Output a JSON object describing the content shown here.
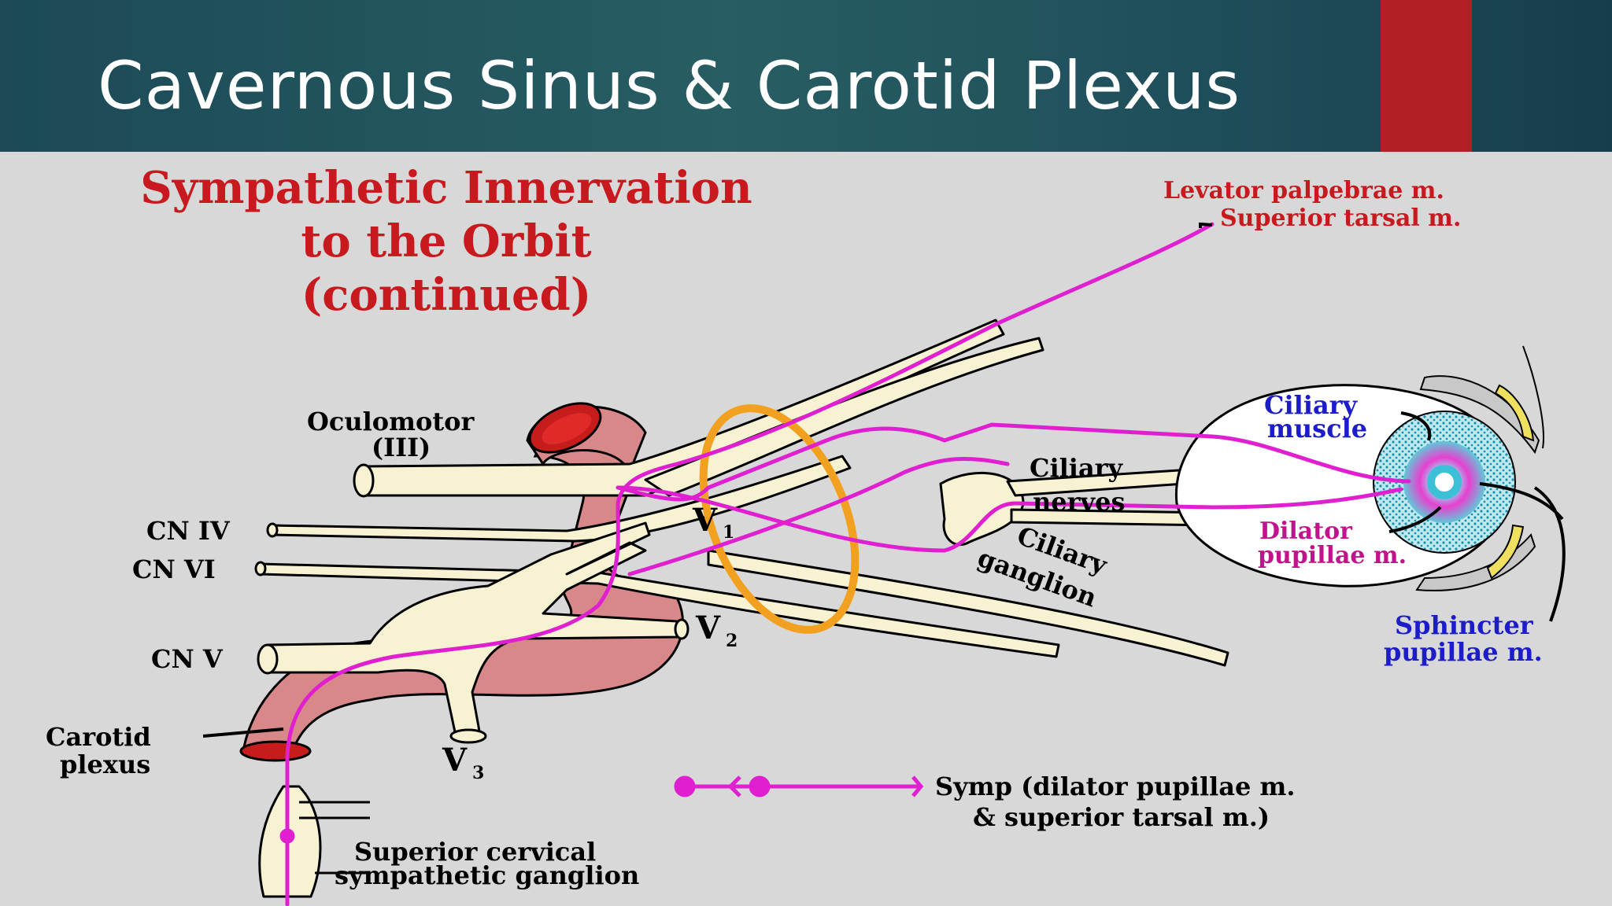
{
  "slide": {
    "title": "Cavernous Sinus & Carotid Plexus",
    "accent_color": "#b21f24"
  },
  "diagram": {
    "heading": [
      "Sympathetic Innervation",
      "to the Orbit",
      "(continued)"
    ],
    "labels": {
      "oculomotor": [
        "Oculomotor",
        "(III)"
      ],
      "cn_iv": "CN IV",
      "cn_vi": "CN VI",
      "cn_v": "CN V",
      "carotid_plexus": [
        "Carotid",
        "plexus"
      ],
      "v1": "V",
      "v1_sub": "1",
      "v2": "V",
      "v2_sub": "2",
      "v3": "V",
      "v3_sub": "3",
      "superior_cervical_ganglion": [
        "Superior cervical",
        "sympathetic ganglion"
      ],
      "ciliary_nerves": [
        "Ciliary",
        "nerves"
      ],
      "ciliary_ganglion": [
        "Ciliary",
        "ganglion"
      ],
      "levator": "Levator palpebrae m.",
      "superior_tarsal": "Superior tarsal m.",
      "ciliary_muscle": [
        "Ciliary",
        "muscle"
      ],
      "dilator_pupillae": [
        "Dilator",
        "pupillae m."
      ],
      "sphincter_pupillae": [
        "Sphincter",
        "pupillae m."
      ],
      "legend": [
        "Symp (dilator pupillae m.",
        "& superior tarsal m.)"
      ]
    },
    "colors": {
      "heading": "#c8191e",
      "sympathetic_fiber": "#e020d0",
      "nerve_fill": "#f7f2d2",
      "artery": "#d9888a",
      "ring": "#f2a020",
      "blue_label": "#1c1cc8",
      "red_label": "#c8191e",
      "magenta_label": "#c0148c"
    }
  }
}
